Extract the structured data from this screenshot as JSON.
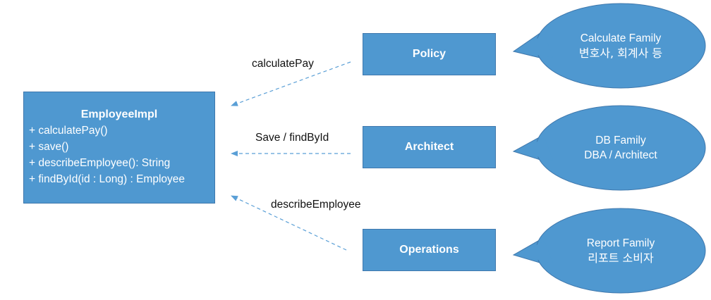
{
  "colors": {
    "fill": "#4f98d0",
    "stroke": "#3f78ad",
    "arrow": "#5a9fd6",
    "text_on_shape": "#ffffff",
    "label_text": "#111111"
  },
  "employee_class": {
    "title": "EmployeeImpl",
    "methods": [
      "+ calculatePay()",
      "+ save()",
      "+ describeEmployee(): String",
      "+ findById(id : Long) : Employee"
    ]
  },
  "actors": [
    {
      "name": "Policy",
      "message": "calculatePay",
      "bubble_line1": "Calculate Family",
      "bubble_line2": "변호사, 회계사 등"
    },
    {
      "name": "Architect",
      "message": "Save / findById",
      "bubble_line1": "DB Family",
      "bubble_line2": "DBA / Architect"
    },
    {
      "name": "Operations",
      "message": "describeEmployee",
      "bubble_line1": "Report Family",
      "bubble_line2": "리포트 소비자"
    }
  ]
}
